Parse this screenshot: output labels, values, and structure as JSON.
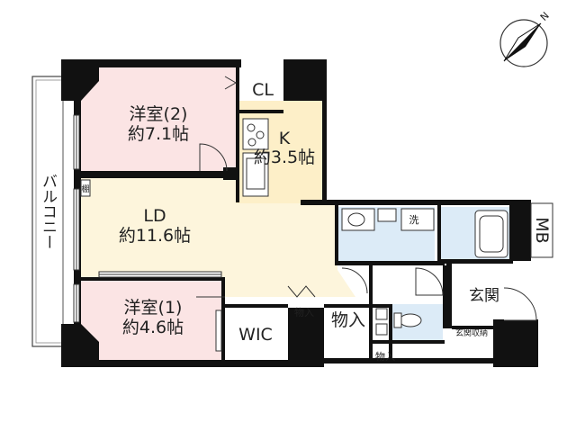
{
  "compass": {
    "north_label": "N",
    "icon": "compass-north-arrow-icon"
  },
  "rooms": {
    "western_room_2": {
      "name": "洋室(2)",
      "area": "約7.1帖"
    },
    "closet": {
      "name": "CL"
    },
    "kitchen": {
      "name": "K",
      "area": "約3.5帖"
    },
    "ldk": {
      "name": "LD",
      "area": "約11.6帖"
    },
    "western_room_1": {
      "name": "洋室(1)",
      "area": "約4.6帖"
    },
    "walk_in_closet": {
      "name": "WIC"
    },
    "balcony": {
      "name": "バルコニー"
    },
    "shelf": {
      "name": "棚"
    },
    "washroom": {
      "label": "洗"
    },
    "meter_box": {
      "name": "MB"
    },
    "entrance": {
      "name": "玄関"
    },
    "entrance_storage": {
      "name": "玄関収納"
    },
    "storage_hall": {
      "name": "物入"
    },
    "storage_ld": {
      "name": "物入"
    },
    "storage_bottom": {
      "name": "物入"
    }
  },
  "colors": {
    "wall": "#111111",
    "bedroom": "#fbe4e4",
    "living": "#fdf5dc",
    "kitchen": "#fdefc8",
    "wet_area": "#dcebf7",
    "white": "#ffffff"
  }
}
